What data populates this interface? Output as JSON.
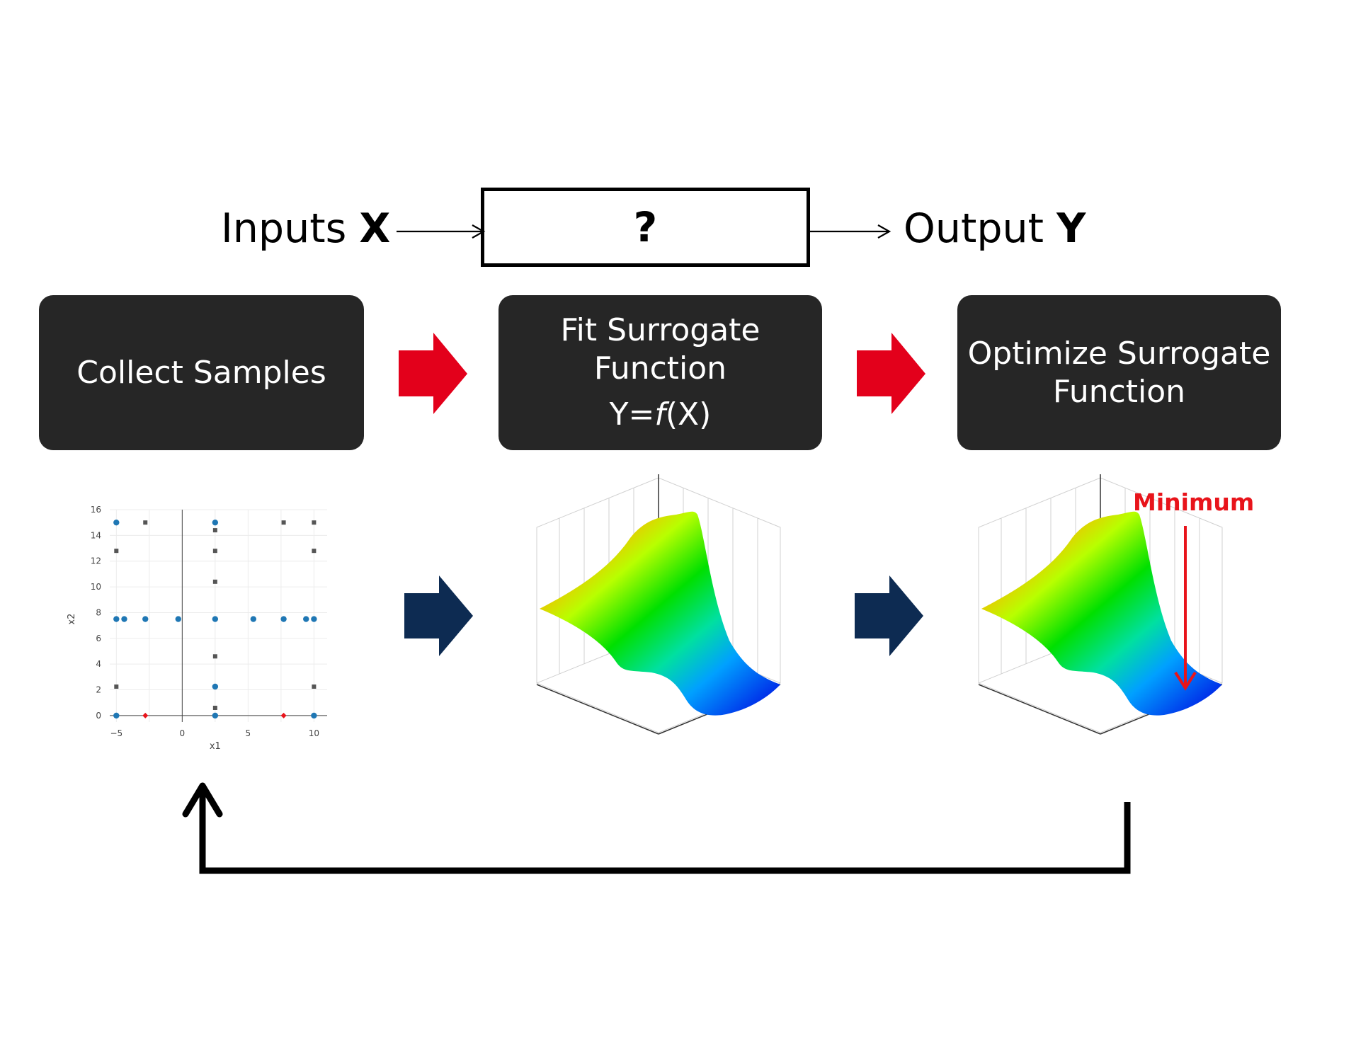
{
  "io": {
    "inputs_text": "Inputs",
    "inputs_var": "X",
    "blackbox_label": "?",
    "output_text": "Output",
    "output_var": "Y"
  },
  "steps": [
    {
      "label": "Collect Samples"
    },
    {
      "label_line1": "Fit Surrogate",
      "label_line2": "Function",
      "formula_prefix": "Y=",
      "formula_func": "f",
      "formula_suffix": "(X)"
    },
    {
      "label_line1": "Optimize Surrogate",
      "label_line2": "Function"
    }
  ],
  "minimum_label": "Minimum",
  "colors": {
    "step_box": "#262626",
    "arrow_red": "#e3001b",
    "arrow_navy": "#0d2b52",
    "minimum_red": "#e8141b",
    "sample_blue": "#1f77b4",
    "sample_gray": "#555555",
    "sample_red": "#e8141b"
  },
  "chart_data": {
    "type": "scatter",
    "xlabel": "x1",
    "ylabel": "x2",
    "xlim": [
      -5.5,
      11
    ],
    "ylim": [
      -0.5,
      16
    ],
    "x_ticks": [
      -5,
      0,
      5,
      10
    ],
    "y_ticks": [
      0,
      2,
      4,
      6,
      8,
      10,
      12,
      14,
      16
    ],
    "series": [
      {
        "marker": "circle",
        "color": "#1f77b4",
        "x": [
          -5,
          2.5,
          -5,
          -4.4,
          -2.8,
          -0.3,
          2.5,
          5.4,
          7.7,
          9.4,
          10,
          -5,
          2.5,
          10,
          2.5
        ],
        "y": [
          15,
          15,
          7.5,
          7.5,
          7.5,
          7.5,
          7.5,
          7.5,
          7.5,
          7.5,
          7.5,
          0,
          0,
          0,
          2.25
        ]
      },
      {
        "marker": "square",
        "color": "#555555",
        "x": [
          -2.8,
          7.7,
          10,
          2.5,
          -5,
          2.5,
          10,
          2.5,
          2.5,
          -5,
          10,
          2.5
        ],
        "y": [
          15,
          15,
          15,
          14.4,
          12.8,
          12.8,
          12.8,
          10.4,
          4.6,
          2.25,
          2.25,
          0.6
        ]
      },
      {
        "marker": "diamond",
        "color": "#e8141b",
        "x": [
          -2.8,
          7.7
        ],
        "y": [
          0,
          0
        ]
      }
    ]
  }
}
